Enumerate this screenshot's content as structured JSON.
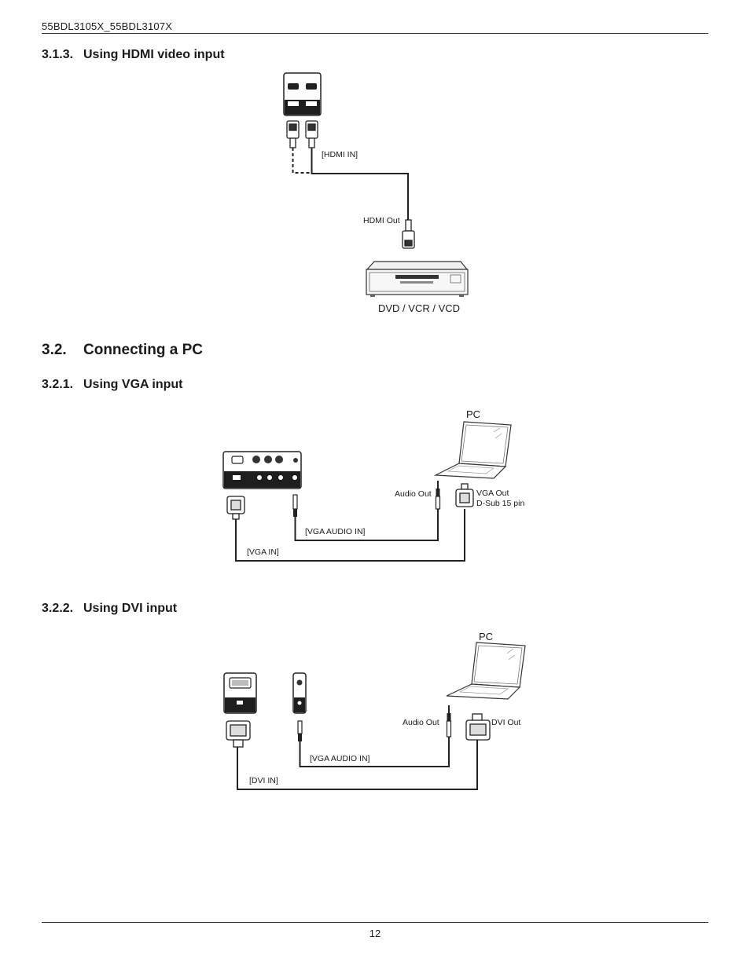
{
  "header": {
    "model": "55BDL3105X_55BDL3107X"
  },
  "sections": {
    "hdmi": {
      "number": "3.1.3.",
      "title": "Using HDMI video input"
    },
    "pc": {
      "number": "3.2.",
      "title": "Connecting a PC"
    },
    "vga": {
      "number": "3.2.1.",
      "title": "Using VGA input"
    },
    "dvi": {
      "number": "3.2.2.",
      "title": "Using DVI input"
    }
  },
  "hdmi_diagram": {
    "hdmi_in": "[HDMI IN]",
    "hdmi_out": "HDMI Out",
    "device": "DVD / VCR / VCD"
  },
  "vga_diagram": {
    "pc": "PC",
    "audio_out": "Audio Out",
    "vga_out": "VGA Out",
    "dsub": "D-Sub 15 pin",
    "vga_audio_in": "[VGA AUDIO IN]",
    "vga_in": "[VGA IN]"
  },
  "dvi_diagram": {
    "pc": "PC",
    "audio_out": "Audio Out",
    "dvi_out": "DVI Out",
    "vga_audio_in": "[VGA AUDIO IN]",
    "dvi_in": "[DVI IN]"
  },
  "footer": {
    "page": "12"
  }
}
